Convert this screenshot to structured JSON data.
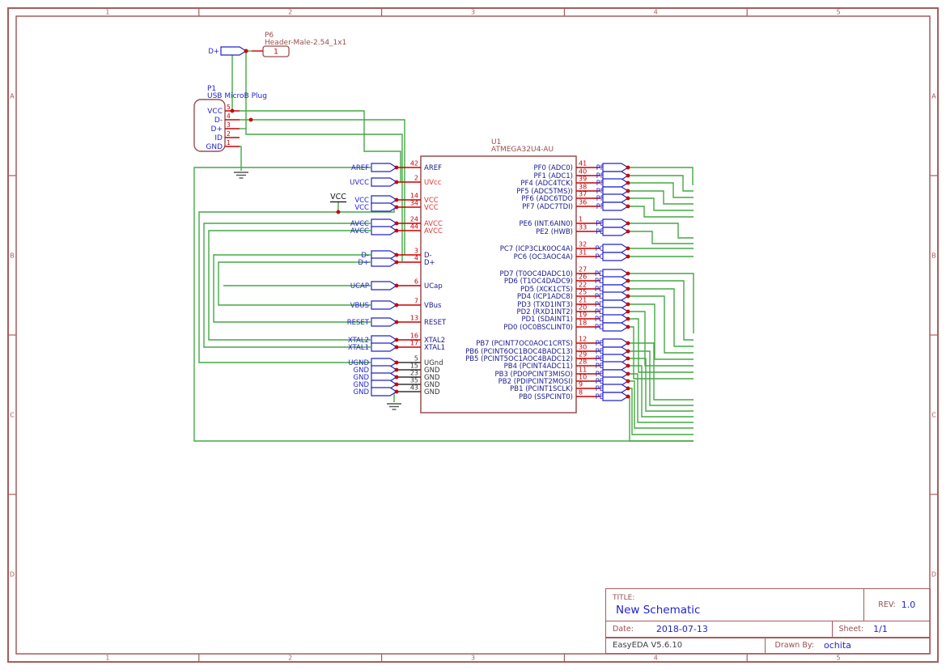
{
  "sheet": {
    "columns": [
      "1",
      "2",
      "3",
      "4",
      "5"
    ],
    "rows": [
      "A",
      "B",
      "C",
      "D"
    ]
  },
  "colors": {
    "frame": "#a85c5c",
    "component_outline": "#9a4f4f",
    "pin_red": "#c80000",
    "power_name_red": "#dd3333",
    "pin_name_blue": "#1a1a8c",
    "net_blue": "#2323cc",
    "wire_green": "#44a944",
    "junction_red": "#cc0000",
    "gnd_black": "#333333",
    "ground_gray": "#555555"
  },
  "p6": {
    "ref": "P6",
    "name": "Header-Male-2.54_1x1",
    "pin_number": "1",
    "net": "D+"
  },
  "p1": {
    "ref": "P1",
    "name": "USB MicroB Plug",
    "pins": [
      {
        "num": "5",
        "name": "VCC"
      },
      {
        "num": "4",
        "name": "D-"
      },
      {
        "num": "3",
        "name": "D+"
      },
      {
        "num": "2",
        "name": "ID"
      },
      {
        "num": "1",
        "name": "GND"
      }
    ]
  },
  "u1": {
    "ref": "U1",
    "name": "ATMEGA32U4-AU",
    "left_pins": [
      {
        "num": "42",
        "name": "AREF",
        "net": "AREF",
        "kind": "normal"
      },
      {
        "num": "2",
        "name": "UVcc",
        "net": "UVCC",
        "kind": "power"
      },
      {
        "num": "14",
        "name": "VCC",
        "net": "VCC",
        "kind": "power"
      },
      {
        "num": "34",
        "name": "VCC",
        "net": "VCC",
        "kind": "power"
      },
      {
        "num": "24",
        "name": "AVCC",
        "net": "AVCC",
        "kind": "power"
      },
      {
        "num": "44",
        "name": "AVCC",
        "net": "AVCC",
        "kind": "power"
      },
      {
        "num": "3",
        "name": "D-",
        "net": "D-",
        "kind": "normal"
      },
      {
        "num": "4",
        "name": "D+",
        "net": "D+",
        "kind": "normal"
      },
      {
        "num": "6",
        "name": "UCap",
        "net": "UCAP",
        "kind": "normal"
      },
      {
        "num": "7",
        "name": "VBus",
        "net": "VBUS",
        "kind": "normal"
      },
      {
        "num": "13",
        "name": "RESET",
        "net": "RESET",
        "kind": "normal"
      },
      {
        "num": "16",
        "name": "XTAL2",
        "net": "XTAL2",
        "kind": "normal"
      },
      {
        "num": "17",
        "name": "XTAL1",
        "net": "XTAL1",
        "kind": "normal"
      },
      {
        "num": "5",
        "name": "UGnd",
        "net": "UGND",
        "kind": "gnd"
      },
      {
        "num": "15",
        "name": "GND",
        "net": "GND",
        "kind": "gnd"
      },
      {
        "num": "23",
        "name": "GND",
        "net": "GND",
        "kind": "gnd"
      },
      {
        "num": "35",
        "name": "GND",
        "net": "GND",
        "kind": "gnd"
      },
      {
        "num": "43",
        "name": "GND",
        "net": "GND",
        "kind": "gnd"
      }
    ],
    "right_pins": [
      {
        "num": "41",
        "name": "PF0 (ADC0)",
        "net": "PF0"
      },
      {
        "num": "40",
        "name": "PF1 (ADC1)",
        "net": "PF1"
      },
      {
        "num": "39",
        "name": "PF4 (ADC4TCK)",
        "net": "PF4"
      },
      {
        "num": "38",
        "name": "PF5 (ADC5TMS))",
        "net": "PF5"
      },
      {
        "num": "37",
        "name": "PF6 (ADC6TDO",
        "net": "PF6"
      },
      {
        "num": "36",
        "name": "PF7 (ADC7TDI)",
        "net": "PF7"
      },
      {
        "num": "1",
        "name": "PE6 (INT.6AIN0)",
        "net": "PE6"
      },
      {
        "num": "33",
        "name": "PE2 (HWB)",
        "net": "PE2"
      },
      {
        "num": "32",
        "name": "PC7 (ICP3CLK0OC4A)",
        "net": "PC7"
      },
      {
        "num": "31",
        "name": "PC6 (OC3AOC4A)",
        "net": "PC6"
      },
      {
        "num": "27",
        "name": "PD7 (T0OC4DADC10)",
        "net": "PD7"
      },
      {
        "num": "26",
        "name": "PD6 (T1OC4DADC9)",
        "net": "PD6"
      },
      {
        "num": "22",
        "name": "PD5 (XCK1CTS)",
        "net": "PD5"
      },
      {
        "num": "25",
        "name": "PD4 (ICP1ADC8)",
        "net": "PD4"
      },
      {
        "num": "21",
        "name": "PD3 (TXD1INT3)",
        "net": "PD3"
      },
      {
        "num": "20",
        "name": "PD2 (RXD1INT2)",
        "net": "PD2"
      },
      {
        "num": "19",
        "name": "PD1 (SDAINT1)",
        "net": "PD1"
      },
      {
        "num": "18",
        "name": "PD0 (OC0BSCLINT0)",
        "net": "PD0"
      },
      {
        "num": "12",
        "name": "PB7 (PCINT7OC0AOC1CRTS)",
        "net": "PB7"
      },
      {
        "num": "30",
        "name": "PB6 (PCINT6OC1BOC4BADC13)",
        "net": "PB6"
      },
      {
        "num": "29",
        "name": "PB5 (PCINT5OC1AOC4BADC12)",
        "net": "PB5"
      },
      {
        "num": "28",
        "name": "PB4 (PCINT4ADC11)",
        "net": "PB4"
      },
      {
        "num": "11",
        "name": "PB3 (PDOPCINT3MISO)",
        "net": "PB3"
      },
      {
        "num": "10",
        "name": "PB2 (PDIPCINT2MOSI)",
        "net": "PB2"
      },
      {
        "num": "9",
        "name": "PB1 (PCINT1SCLK)",
        "net": "PB1"
      },
      {
        "num": "8",
        "name": "PB0 (SSPCINT0)",
        "net": "PB0"
      }
    ]
  },
  "power_flag": {
    "label": "VCC"
  },
  "title_block": {
    "title_label": "TITLE:",
    "title": "New Schematic",
    "rev_label": "REV:",
    "rev": "1.0",
    "date_label": "Date:",
    "date": "2018-07-13",
    "sheet_label": "Sheet:",
    "sheet": "1/1",
    "software": "EasyEDA V5.6.10",
    "drawn_by_label": "Drawn By:",
    "drawn_by": "ochita"
  }
}
